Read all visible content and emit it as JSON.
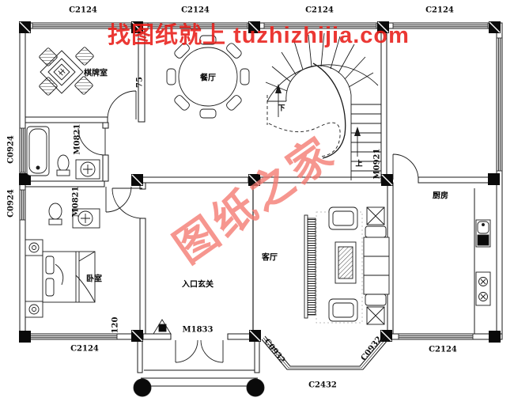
{
  "watermark": {
    "banner": "找图纸就上 tuzhizhijia.com",
    "stamp": "图纸之家"
  },
  "rooms": {
    "chess_room": "棋牌室",
    "dining_room": "餐厅",
    "kitchen": "厨房",
    "bedroom": "卧室",
    "living_room": "客厅",
    "entry_hall": "入口玄关"
  },
  "stairs": {
    "down_label": "下",
    "up_label": "上"
  },
  "dimensions": {
    "window_c2124": "C2124",
    "window_c0924": "C0924",
    "door_m0821": "M0821",
    "door_m0921": "M0921",
    "door_m1833": "M1833",
    "window_c0932": "C0932",
    "window_c2432": "C2432",
    "wall_75": "75",
    "wall_120": "120"
  },
  "colors": {
    "line": "#1a1a1a",
    "watermark_red": "#e81c18",
    "stamp_red": "#f47870",
    "window_fill": "#dcdcdc"
  }
}
